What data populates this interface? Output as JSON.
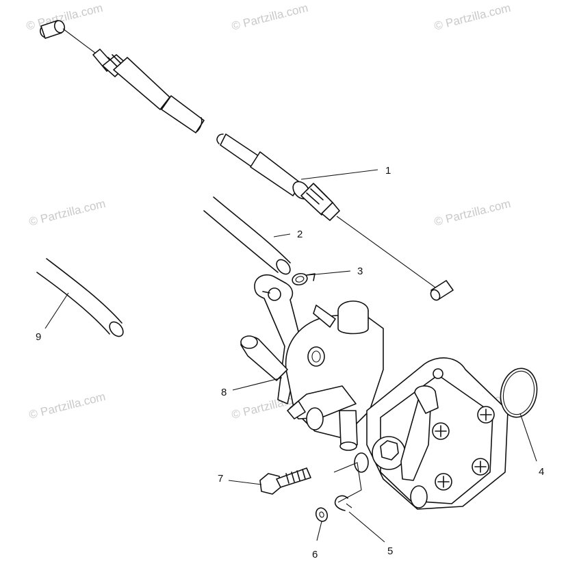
{
  "watermark": "© Partzilla.com",
  "callouts": [
    {
      "id": "1",
      "label": "1"
    },
    {
      "id": "2",
      "label": "2"
    },
    {
      "id": "3",
      "label": "3"
    },
    {
      "id": "4",
      "label": "4"
    },
    {
      "id": "5",
      "label": "5"
    },
    {
      "id": "6",
      "label": "6"
    },
    {
      "id": "7",
      "label": "7"
    },
    {
      "id": "8",
      "label": "8"
    },
    {
      "id": "9",
      "label": "9"
    }
  ],
  "colors": {
    "line": "#111111",
    "watermark": "#c9c9c9",
    "background": "#ffffff"
  }
}
